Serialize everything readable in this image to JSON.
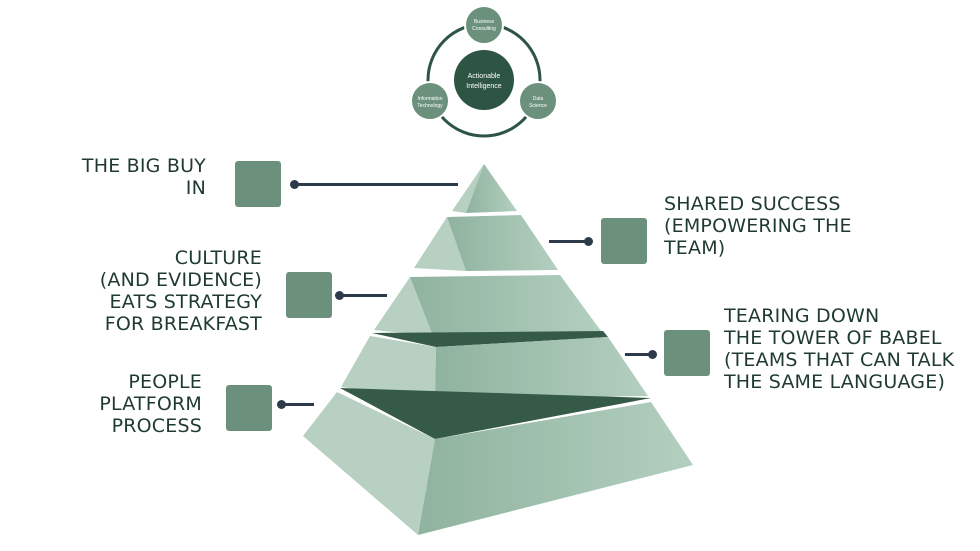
{
  "cycle": {
    "center": "Actionable\nIntelligence",
    "center_lines": [
      "Actionable",
      "Intelligence"
    ],
    "top": [
      "Business",
      "Consulting"
    ],
    "left": [
      "Information",
      "Technology"
    ],
    "right": [
      "Data",
      "Science"
    ]
  },
  "labels": {
    "big_buy_in": "THE BIG BUY\nIN",
    "culture": "CULTURE\n(AND EVIDENCE)\nEATS STRATEGY\nFOR BREAKFAST",
    "people": "PEOPLE\nPLATFORM\nPROCESS",
    "shared_success": "SHARED SUCCESS\n(EMPOWERING THE\nTEAM)",
    "tearing_down": "TEARING DOWN\nTHE TOWER OF BABEL\n(TEAMS THAT CAN TALK\nTHE SAME LANGUAGE)"
  },
  "colors": {
    "text": "#1f3a30",
    "square": "#6b917d",
    "connector": "#2c3a4a",
    "pyramid_light": "#a9c7b7",
    "pyramid_mid": "#8fb39f",
    "pyramid_dark": "#355a47",
    "cycle_outer": "#6b917d",
    "cycle_center": "#2e5444"
  }
}
